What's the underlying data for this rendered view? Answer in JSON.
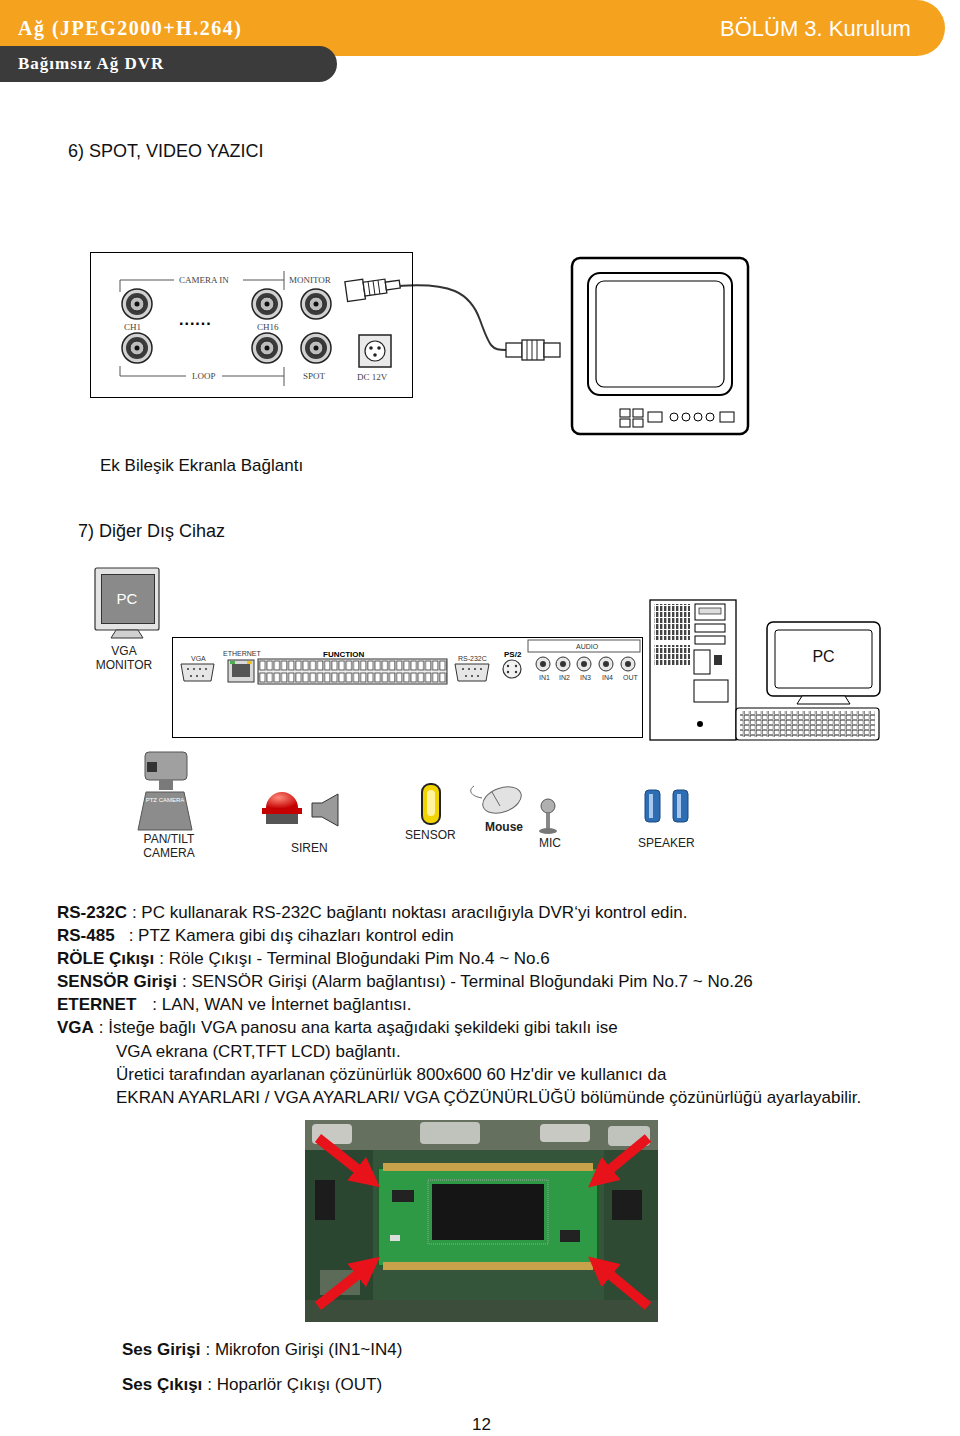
{
  "diagram": {
    "nodes": [
      {
        "text": [
          "Ağ (JPEG2000+H.264)",
          "BÖLÜM 3. Kurulum"
        ]
      },
      {
        "text": [
          "Bağımsız Ağ DVR"
        ]
      },
      {
        "text": [
          "CAMERA IN",
          "MONITOR",
          "CH1",
          "......",
          "CH16",
          "LOOP",
          "SPOT",
          "DC 12V"
        ]
      },
      {
        "text": [
          "PC",
          "VGA MONITOR"
        ]
      },
      {
        "text": [
          "VGA",
          "ETHERNET",
          "FUNCTION",
          "RS-232C",
          "PS/2",
          "AUDIO",
          "IN1",
          "IN2",
          "IN3",
          "IN4",
          "OUT"
        ]
      },
      {
        "text": [
          "PC"
        ]
      }
    ],
    "labels": [
      "6) SPOT, VIDEO YAZICI",
      "Ek Bileşik Ekranla Bağlantı",
      "7) Diğer Dış Cihaz",
      "PTZ CAMERA",
      "PAN/TILT CAMERA",
      "SIREN",
      "SENSOR",
      "Mouse",
      "MIC",
      "SPEAKER",
      "RS-232C",
      ": PC kullanarak RS-232C bağlantı noktası aracılığıyla DVR‘yi kontrol edin.",
      "RS-485",
      ": PTZ Kamera gibi dış cihazları kontrol edin",
      "RÖLE Çıkışı",
      ": Röle Çıkışı - Terminal Bloğundaki Pim No.4 ~ No.6",
      "SENSÖR Girişi",
      ": SENSÖR Girişi (Alarm bağlantısı) - Terminal Bloğundaki Pim No.7 ~ No.26",
      "ETERNET",
      ": LAN, WAN ve İnternet bağlantısı.",
      "VGA",
      ": İsteğe bağlı VGA panosu ana karta aşağıdaki şekildeki gibi takılı ise",
      "VGA ekrana (CRT,TFT LCD) bağlantı.",
      "Üretici tarafından ayarlanan çözünürlük 800x600 60 Hz'dir ve kullanıcı da",
      "EKRAN AYARLARI / VGA AYARLARI/ VGA ÇÖZÜNÜRLÜĞÜ bölümünde çözünürlüğü ayarlayabilir.",
      "Ses Girişi",
      ": Mikrofon Girişi (IN1~IN4)",
      "Ses Çıkışı",
      ": Hoparlör Çıkışı (OUT)",
      "12"
    ]
  }
}
